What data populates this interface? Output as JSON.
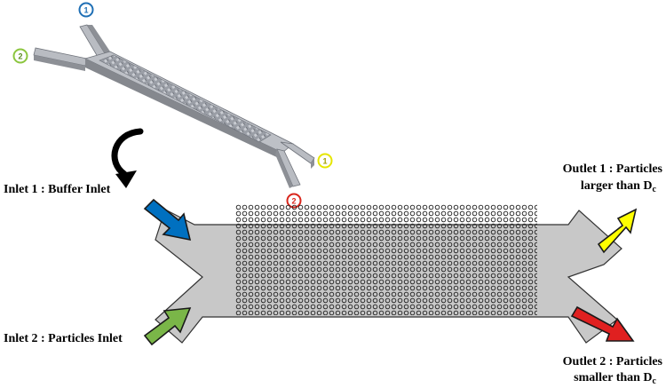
{
  "markers": {
    "top_inlet": "1",
    "left_inlet": "2",
    "right_outlet": "1",
    "bottom_outlet": "2"
  },
  "labels": {
    "inlet1": "Inlet 1 : Buffer Inlet",
    "inlet2": "Inlet 2 : Particles Inlet",
    "outlet1_line1": "Outlet 1 : Particles",
    "outlet1_line2": "larger than D",
    "outlet1_sub": "c",
    "outlet2_line1": "Outlet 2 : Particles",
    "outlet2_line2": "smaller than D",
    "outlet2_sub": "c"
  },
  "colors": {
    "marker_blue": "#1f6fb5",
    "marker_green": "#8cc63f",
    "marker_yellow": "#e6e600",
    "marker_red": "#d9261c",
    "arrow_inlet1": "#0070c0",
    "arrow_inlet2": "#7ab648",
    "arrow_outlet1": "#ffff00",
    "arrow_outlet2": "#e02020",
    "channel_fill": "#c8c8c8"
  },
  "icons": {
    "rotation_arrow": "curved-arrow-icon"
  }
}
